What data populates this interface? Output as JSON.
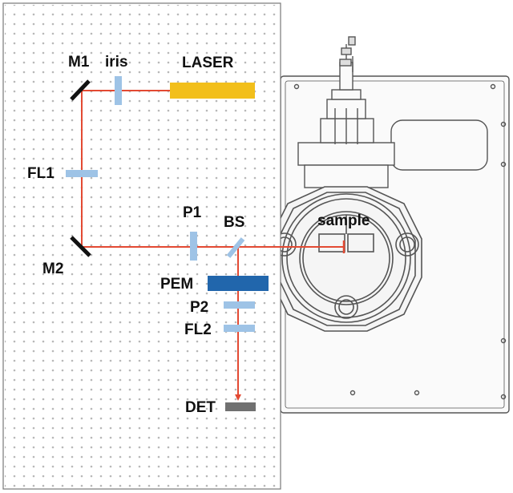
{
  "labels": {
    "m1": "M1",
    "iris": "iris",
    "laser": "LASER",
    "fl1": "FL1",
    "p1": "P1",
    "bs": "BS",
    "sample": "sample",
    "m2": "M2",
    "pem": "PEM",
    "p2": "P2",
    "fl2": "FL2",
    "det": "DET"
  },
  "colors": {
    "beam": "#e34a33",
    "laser": "#f2bf1b",
    "pem": "#2166ac",
    "optic": "#9ec3e6",
    "mirror": "#111111",
    "detector": "#707070",
    "chamber_line": "#555555",
    "breadboard_hole": "#b8b8b8"
  }
}
